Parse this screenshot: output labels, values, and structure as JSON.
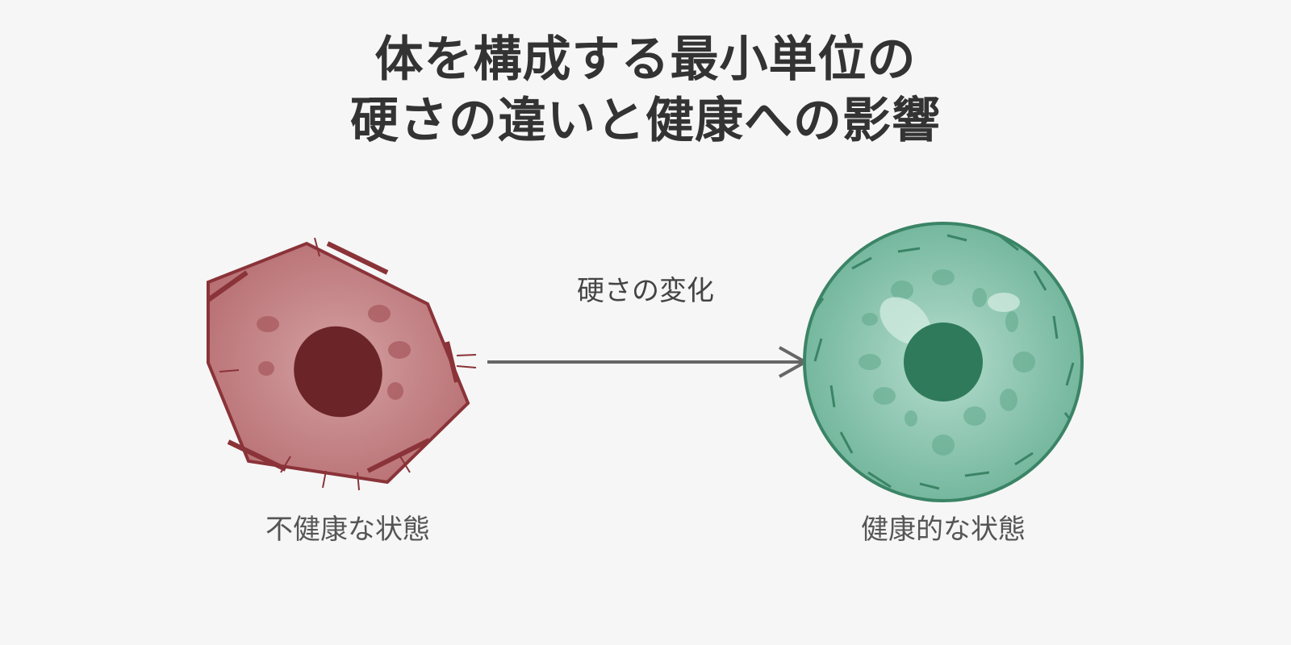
{
  "title": {
    "line1": "体を構成する最小単位の",
    "line2": "硬さの違いと健康への影響"
  },
  "arrow": {
    "label": "硬さの変化"
  },
  "cells": {
    "unhealthy": {
      "label": "不健康な状態",
      "shape": "irregular-polygon",
      "color": "#b76e72",
      "stroke": "#8a3338",
      "nucleus_color": "#6b2528"
    },
    "healthy": {
      "label": "健康的な状態",
      "shape": "circle",
      "color": "#7fbfa6",
      "stroke": "#3b8466",
      "nucleus_color": "#2e7a5a"
    }
  },
  "colors": {
    "background": "#f6f6f6",
    "title": "#333333",
    "arrow": "#666666"
  }
}
